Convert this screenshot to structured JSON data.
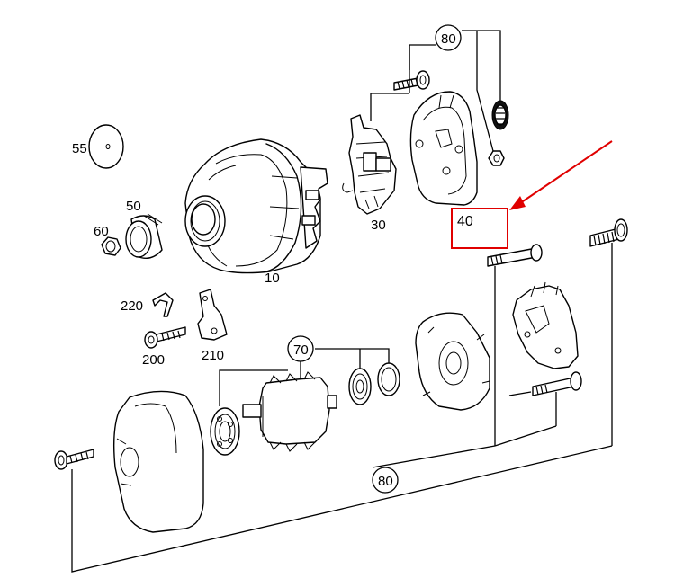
{
  "labels": {
    "p10": "10",
    "p30": "30",
    "p40": "40",
    "p50": "50",
    "p55": "55",
    "p60": "60",
    "p70": "70",
    "p80_top": "80",
    "p80_bottom": "80",
    "p200": "200",
    "p210": "210",
    "p220": "220"
  },
  "colors": {
    "line": "#000000",
    "highlight_box": "#e00000",
    "arrow": "#e00000",
    "background": "#ffffff"
  },
  "icons": {
    "arrow": "red-arrow-pointer"
  }
}
